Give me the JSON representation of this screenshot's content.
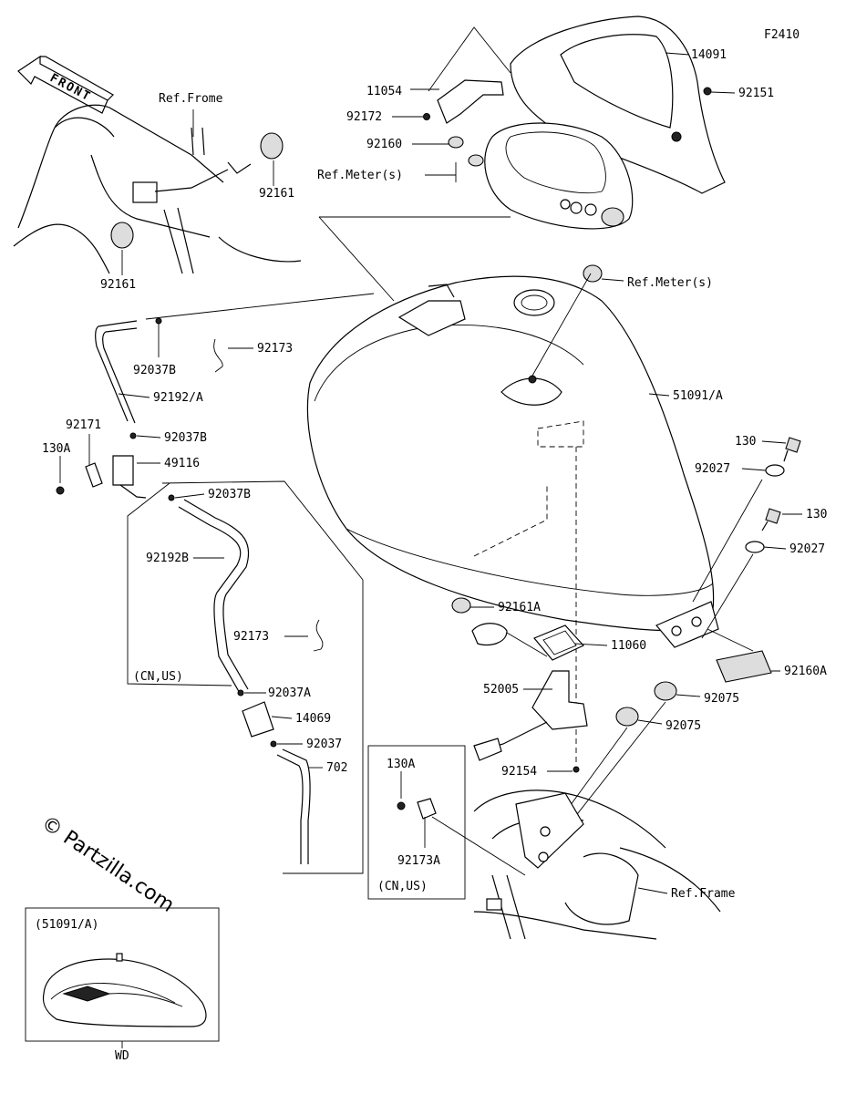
{
  "figure_code": "F2410",
  "front_label": "FRONT",
  "watermark": "© Partzilla.com",
  "inset_part_ref": "(51091/A)",
  "inset_code": "WD",
  "labels": {
    "ref_frome": "Ref.Frome",
    "ref_frame": "Ref.Frame",
    "ref_meters_top": "Ref.Meter(s)",
    "ref_meters_mid": "Ref.Meter(s)",
    "p14091": "14091",
    "p11054": "11054",
    "p92151": "92151",
    "p92172": "92172",
    "p92160": "92160",
    "p92161_top": "92161",
    "p92161_bot": "92161",
    "p92037b_1": "92037B",
    "p92173_1": "92173",
    "p92192a": "92192/A",
    "p92171": "92171",
    "p92037b_2": "92037B",
    "p130a_1": "130A",
    "p49116": "49116",
    "p92037b_3": "92037B",
    "p92192b": "92192B",
    "p92173_2": "92173",
    "cn_us_1": "(CN,US)",
    "p92037a": "92037A",
    "p14069": "14069",
    "p92037": "92037",
    "p702": "702",
    "p51091a": "51091/A",
    "p130_1": "130",
    "p92027_1": "92027",
    "p130_2": "130",
    "p92027_2": "92027",
    "p92161a": "92161A",
    "p11060": "11060",
    "p52005": "52005",
    "p92160a": "92160A",
    "p92075_1": "92075",
    "p92075_2": "92075",
    "p92154": "92154",
    "p130a_2": "130A",
    "p92173a": "92173A",
    "cn_us_2": "(CN,US)"
  }
}
